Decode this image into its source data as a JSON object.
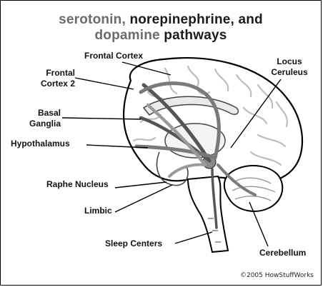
{
  "title": {
    "line1_part1": "serotonin, ",
    "line1_part2": "norepinephrine",
    "line1_part3": ", and",
    "line2_part1": "dopamine",
    "line2_part2": " pathways",
    "colors": {
      "dark": "#1b1b1b",
      "grey": "#6b6b6b"
    }
  },
  "labels": {
    "frontal_cortex": "Frontal Cortex",
    "frontal_cortex_2_line1": "Frontal",
    "frontal_cortex_2_line2": "Cortex 2",
    "basal_ganglia_line1": "Basal",
    "basal_ganglia_line2": "Ganglia",
    "hypothalamus": "Hypothalamus",
    "raphe_nucleus": "Raphe Nucleus",
    "limbic": "Limbic",
    "sleep_centers": "Sleep Centers",
    "locus_ceruleus_line1": "Locus",
    "locus_ceruleus_line2": "Ceruleus",
    "cerebellum": "Cerebellum"
  },
  "copyright": "©2005 HowStuffWorks",
  "pathway_colors": {
    "serotonin": "#555555",
    "norepinephrine": "#7a7a7a",
    "dopamine": "#9a9a9a"
  }
}
